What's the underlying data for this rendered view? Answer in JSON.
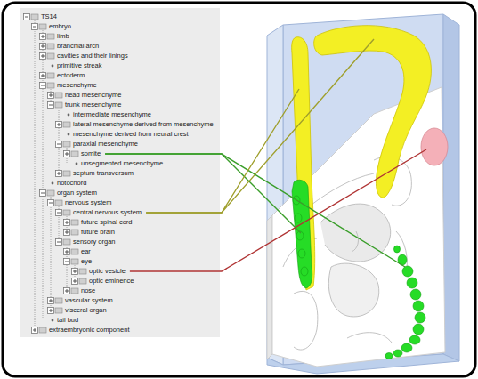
{
  "diagram": {
    "labels": [
      "TS14",
      "embryo",
      "limb",
      "branchial arch",
      "cavities and their linings",
      "primitive streak",
      "ectoderm",
      "mesenchyme",
      "head mesenchyme",
      "trunk mesenchyme",
      "intermediate mesenchyme",
      "lateral mesenchyme derived from mesenchyme",
      "mesenchyme derived from neural crest",
      "paraxial mesenchyme",
      "somite",
      "unsegmented mesenchyme",
      "septum transversum",
      "notochord",
      "organ system",
      "nervous system",
      "central nervous system",
      "future spinal cord",
      "future brain",
      "sensory organ",
      "ear",
      "eye",
      "optic vesicle",
      "optic eminence",
      "nose",
      "vascular system",
      "visceral organ",
      "tail bud",
      "extraembryonic component"
    ]
  }
}
